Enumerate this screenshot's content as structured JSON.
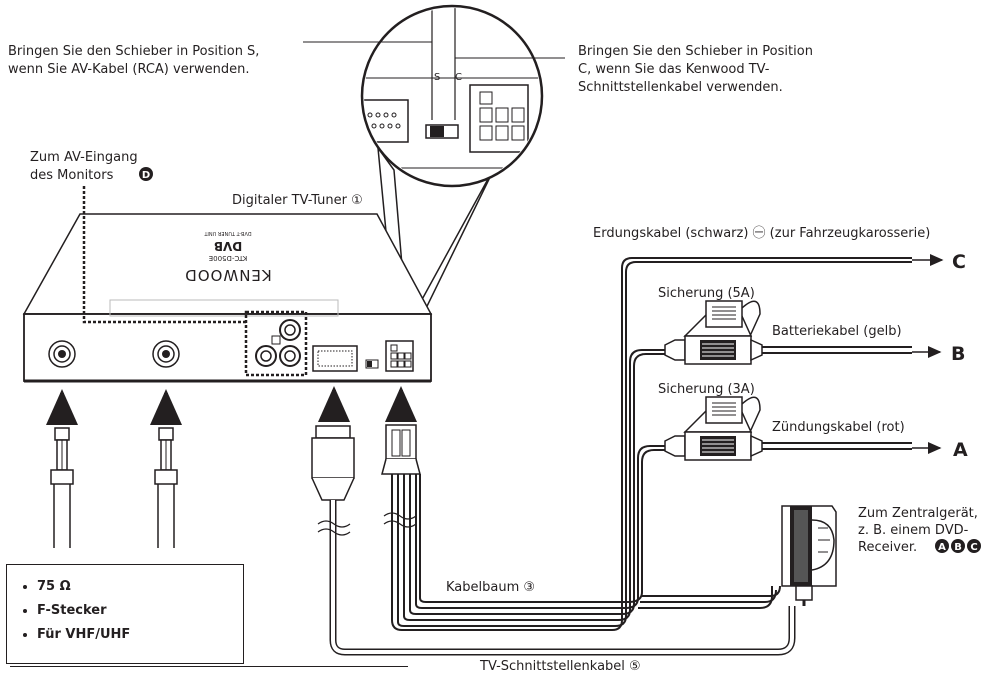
{
  "callouts": {
    "switch_s_1": "Bringen Sie den Schieber in Position S,",
    "switch_s_2": "wenn Sie AV-Kabel (RCA) verwenden.",
    "switch_c_1": "Bringen Sie den Schieber in Position",
    "switch_c_2": "C, wenn Sie das Kenwood TV-",
    "switch_c_3": "Schnittstellenkabel verwenden.",
    "av_input_1": "Zum AV-Eingang",
    "av_input_2": "des Monitors ",
    "av_input_marker": "D",
    "tuner": "Digitaler TV-Tuner ①",
    "ground": "Erdungskabel (schwarz) ㊀ (zur Fahrzeugkarosserie)",
    "fuse_5a": "Sicherung (5A)",
    "battery": "Batteriekabel (gelb)",
    "fuse_3a": "Sicherung (3A)",
    "ignition": "Zündungskabel (rot)",
    "central_1": "Zum Zentralgerät,",
    "central_2": "z. B. einem DVD-",
    "central_3": "Receiver. ",
    "central_markers": [
      "A",
      "B",
      "C"
    ],
    "harness": "Kabelbaum ③",
    "tv_interface_cable": "TV-Schnittstellenkabel ⑤"
  },
  "terminals": {
    "c": "C",
    "b": "B",
    "a": "A"
  },
  "device": {
    "brand": "KENWOOD",
    "model": "KTC-D500E",
    "logo": "DVB",
    "subtitle": "DVB-T TUNER UNIT"
  },
  "switch_letters": {
    "s": "S",
    "c": "C"
  },
  "specs": [
    "75 Ω",
    "F-Stecker",
    "Für VHF/UHF"
  ]
}
